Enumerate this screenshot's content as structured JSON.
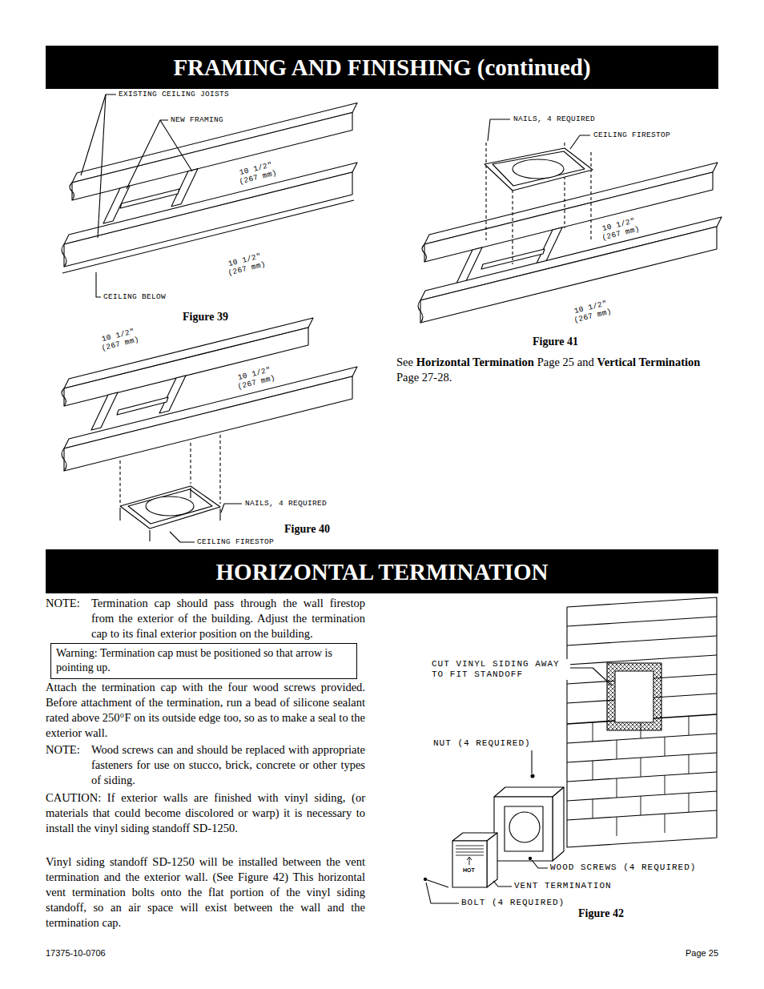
{
  "diagram": {
    "nodes": [
      {
        "text": [
          "FRAMING AND FINISHING (continued)"
        ]
      },
      {
        "text": [
          "HORIZONTAL TERMINATION"
        ]
      },
      {
        "text": [
          "Warning: Termination cap must be positioned so that arrow is pointing up."
        ]
      }
    ],
    "labels": [
      "EXISTING CEILING JOISTS",
      "NEW FRAMING",
      "10 1/2″ (267 mm)",
      "10 1/2″ (267 mm)",
      "CEILING BELOW",
      "Figure 39",
      "10 1/2″ (267 mm)",
      "10 1/2″ (267 mm)",
      "NAILS, 4 REQUIRED",
      "CEILING FIRESTOP",
      "Figure 40",
      "NAILS, 4 REQUIRED",
      "CEILING FIRESTOP",
      "10 1/2″ (267 mm)",
      "10 1/2″ (267 mm)",
      "Figure 41",
      "See",
      "Horizontal Termination",
      "Page 25 and",
      "Vertical Termination",
      "Page 27-28.",
      "NOTE:",
      "Termination cap should pass through the wall firestop from the exterior of the building. Adjust the termination cap to its final exterior position on the building.",
      "Attach the termination cap with the four wood screws provided. Before attachment of the termination, run a bead of silicone sealant rated above 250°F on its outside edge too, so as to make a seal to the exterior wall.",
      "NOTE:",
      "Wood screws can and should be replaced with appropriate fasteners for use on stucco, brick, concrete or other types of siding.",
      "CAUTION: If exterior walls are finished with vinyl siding, (or materials that could become discolored or warp) it is necessary to install the vinyl siding standoff SD-1250.",
      "Vinyl siding standoff SD-1250 will be installed between the vent termination and the exterior wall. (See Figure 42) This horizontal vent termination bolts onto the flat portion of the vinyl siding standoff, so an air space will exist between the wall and the termination cap.",
      "CUT VINYL SIDING AWAY TO FIT STANDOFF",
      "NUT (4 REQUIRED)",
      "WOOD SCREWS (4 REQUIRED)",
      "VENT TERMINATION",
      "BOLT (4 REQUIRED)",
      "HOT",
      "Figure 42",
      "17375-10-0706",
      "Page 25"
    ]
  }
}
